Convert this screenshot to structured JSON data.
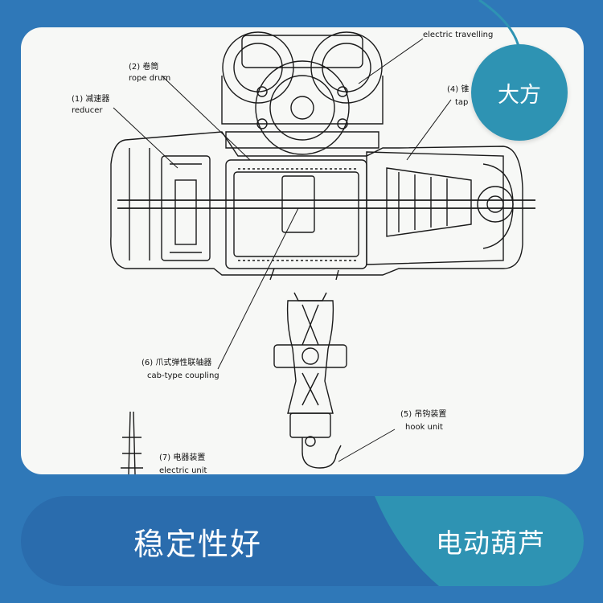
{
  "badge": {
    "text": "大方"
  },
  "diagram": {
    "labels": {
      "electric_travelling": "electric travelling",
      "rope_drum_cn": "(2) 卷筒",
      "rope_drum_en": "rope drum",
      "reducer_cn": "(1) 减速器",
      "reducer_en": "reducer",
      "motor_cn": "(4) 锥",
      "motor_en": "tap",
      "coupling_cn": "(6) 爪式弹性联轴器",
      "coupling_en": "cab-type coupling",
      "hook_cn": "(5) 吊钩装置",
      "hook_en": "hook unit",
      "electric_cn": "(7) 电器装置",
      "electric_en": "electric unit"
    }
  },
  "bottom": {
    "slogan": "稳定性好",
    "product": "电动葫芦"
  },
  "colors": {
    "background": "#2f78b8",
    "panel": "#f7f8f6",
    "badge": "#2e93b3",
    "bar": "#2a6cad",
    "bar_accent": "#2e93b3",
    "ink": "#111111"
  }
}
